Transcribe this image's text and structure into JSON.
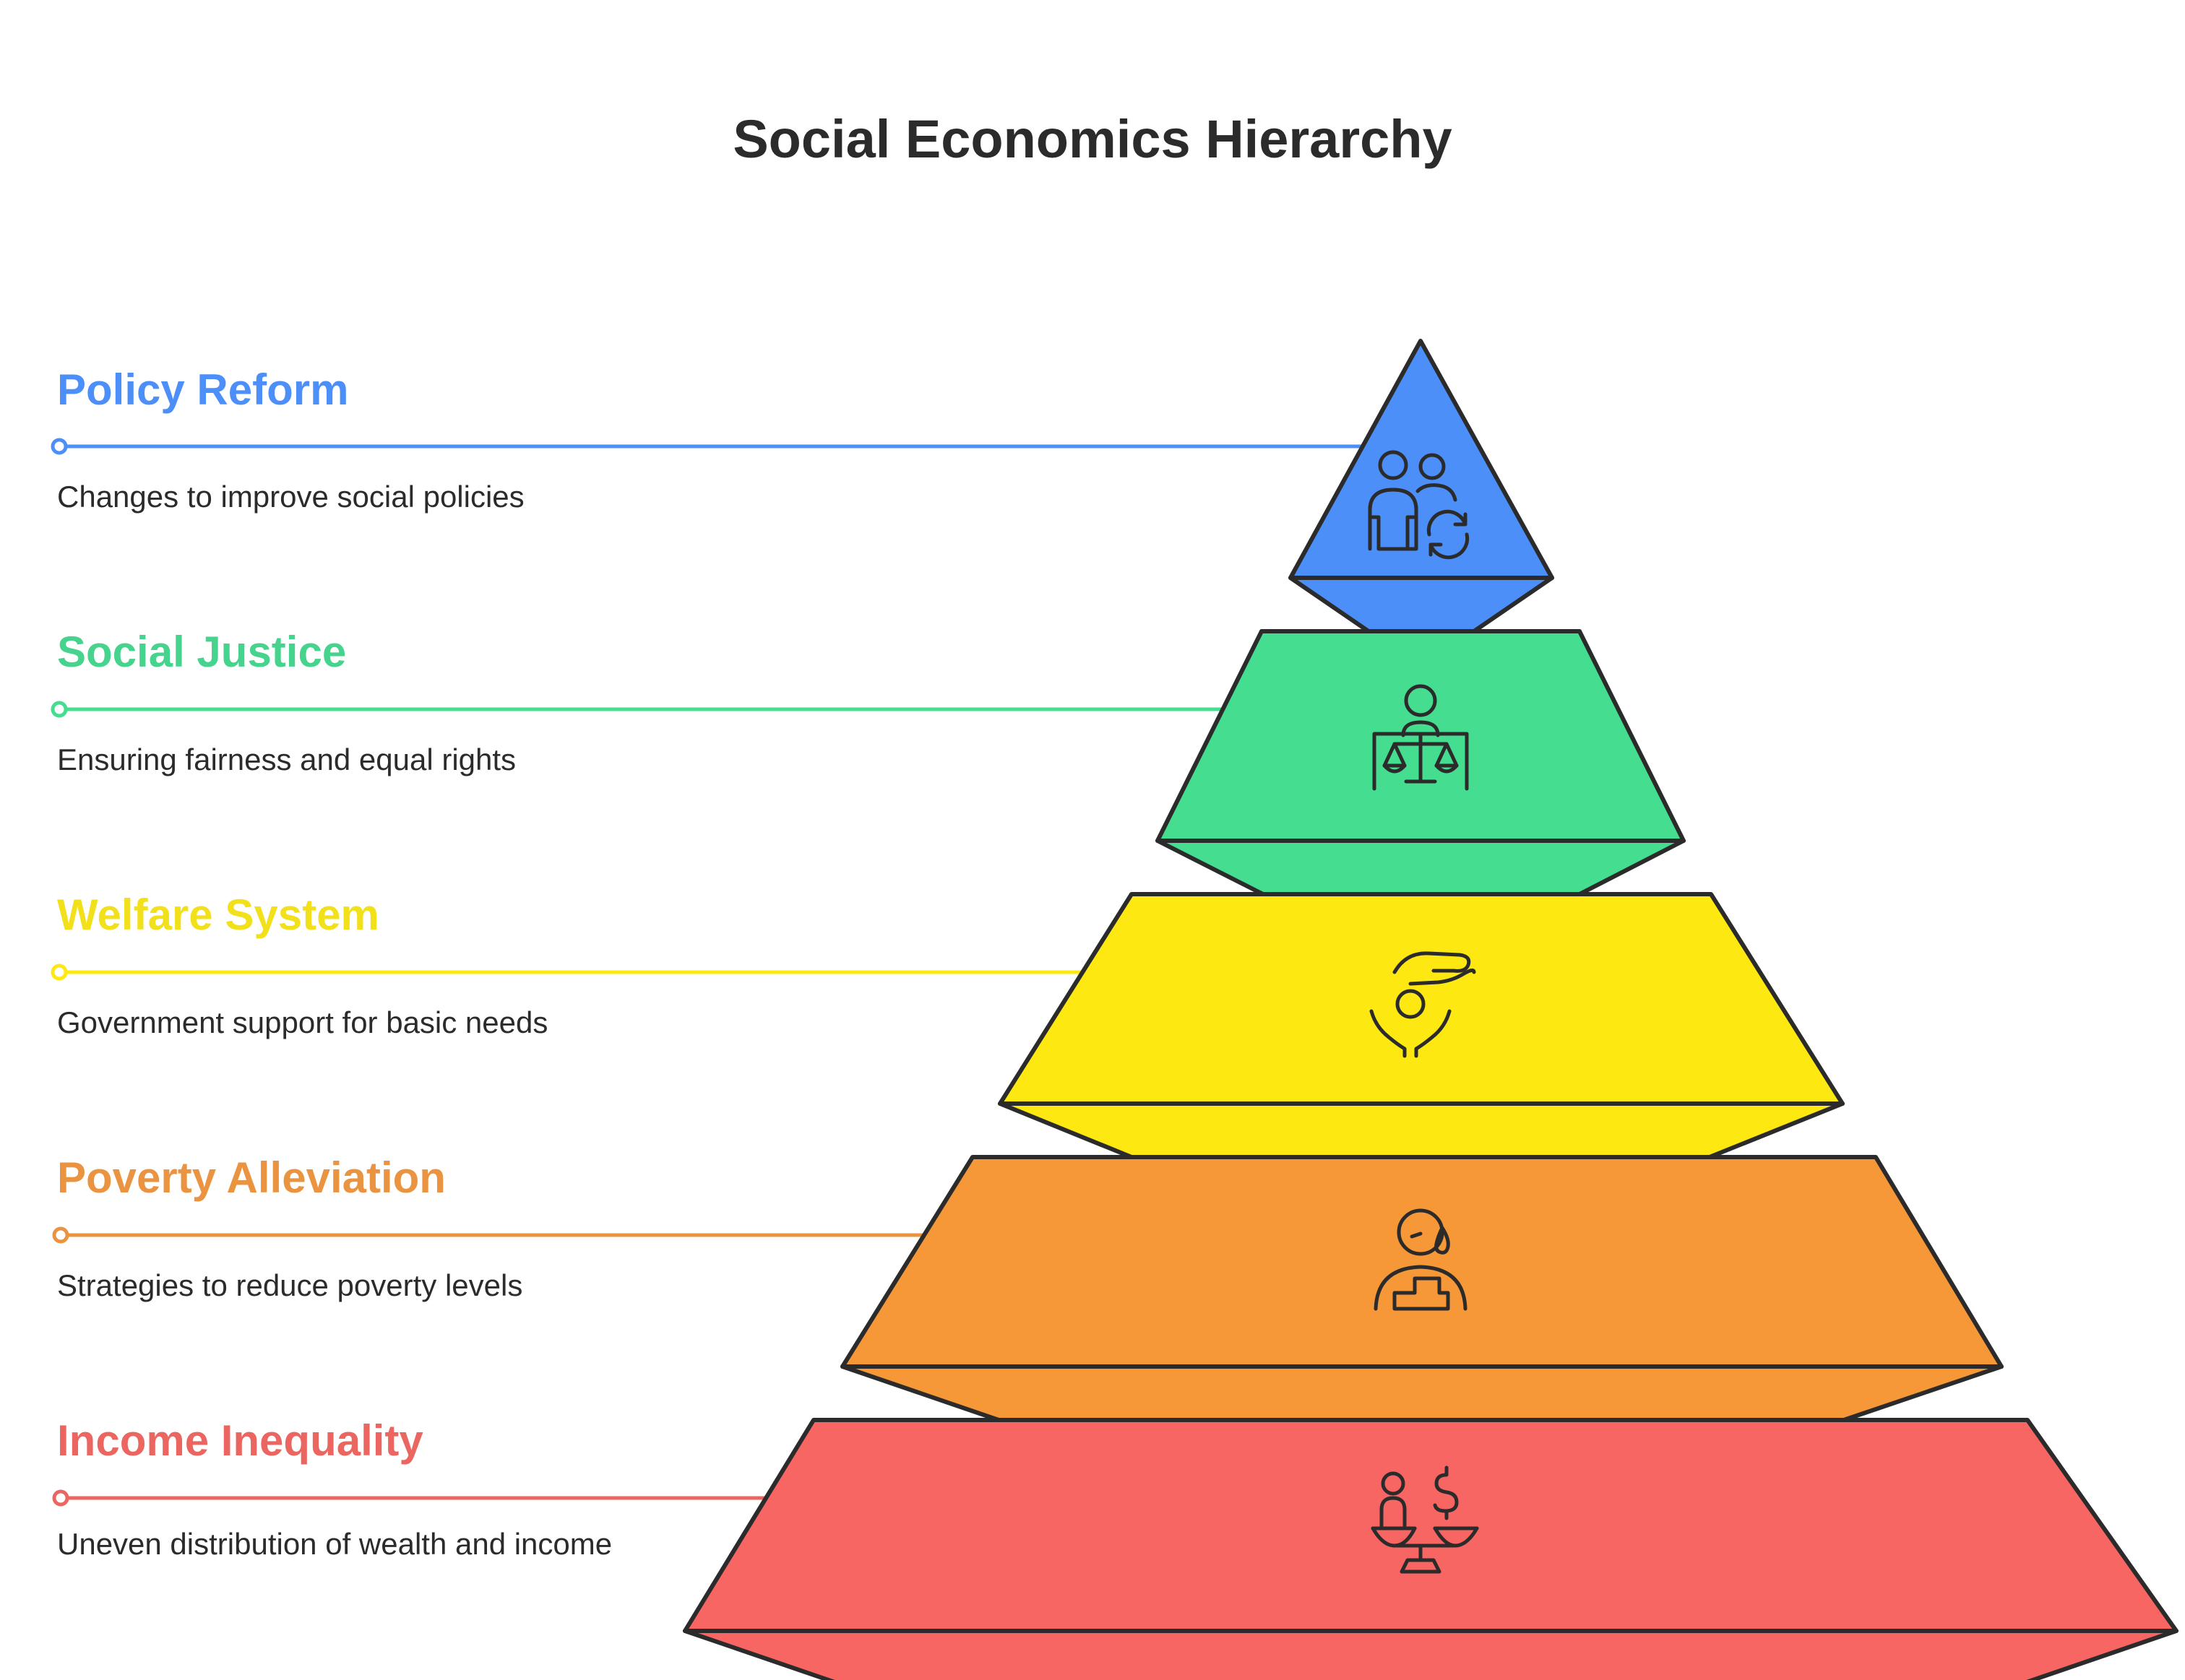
{
  "title": "Social Economics Hierarchy",
  "colors": {
    "policy_reform": "#4d8ff8",
    "social_justice": "#45dd8f",
    "welfare_system": "#fde811",
    "poverty_alleviation": "#f69738",
    "income_inequality": "#f86663",
    "outline": "#2b2b2b",
    "title_text": "#2b2b2b"
  },
  "levels": [
    {
      "key": "policy_reform",
      "label": "Policy Reform",
      "description": "Changes to improve social policies",
      "label_color": "#4d8ff8",
      "icon": "people-refresh-icon"
    },
    {
      "key": "social_justice",
      "label": "Social Justice",
      "description": "Ensuring fairness and equal rights",
      "label_color": "#45d38d",
      "icon": "judge-scales-icon"
    },
    {
      "key": "welfare_system",
      "label": "Welfare System",
      "description": "Government support for basic needs",
      "label_color": "#f2e01a",
      "icon": "hand-support-person-icon"
    },
    {
      "key": "poverty_alleviation",
      "label": "Poverty Alleviation",
      "description": "Strategies to reduce poverty levels",
      "label_color": "#ea9442",
      "icon": "sad-person-icon"
    },
    {
      "key": "income_inequality",
      "label": "Income Inequality",
      "description": "Uneven distribution of wealth and income",
      "label_color": "#eb6661",
      "icon": "person-dollar-balance-icon"
    }
  ]
}
